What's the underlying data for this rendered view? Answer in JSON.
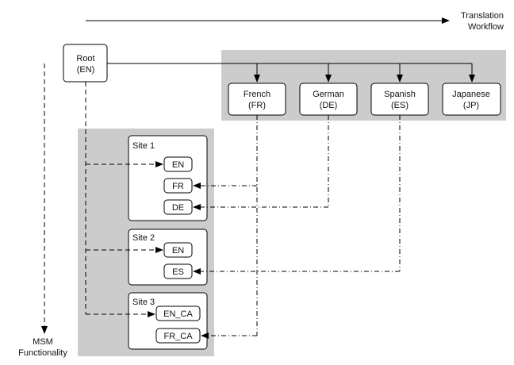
{
  "axes": {
    "translation": [
      "Translation",
      "Workflow"
    ],
    "msm": [
      "MSM",
      "Functionality"
    ]
  },
  "root": [
    "Root",
    "(EN)"
  ],
  "languages": [
    {
      "name": "French",
      "code": "(FR)"
    },
    {
      "name": "German",
      "code": "(DE)"
    },
    {
      "name": "Spanish",
      "code": "(ES)"
    },
    {
      "name": "Japanese",
      "code": "(JP)"
    }
  ],
  "sites": [
    {
      "title": "Site 1",
      "pages": [
        "EN",
        "FR",
        "DE"
      ]
    },
    {
      "title": "Site 2",
      "pages": [
        "EN",
        "ES"
      ]
    },
    {
      "title": "Site 3",
      "pages": [
        "EN_CA",
        "FR_CA"
      ]
    }
  ],
  "colors": {
    "shade": "#cccccc",
    "line": "#000000"
  }
}
